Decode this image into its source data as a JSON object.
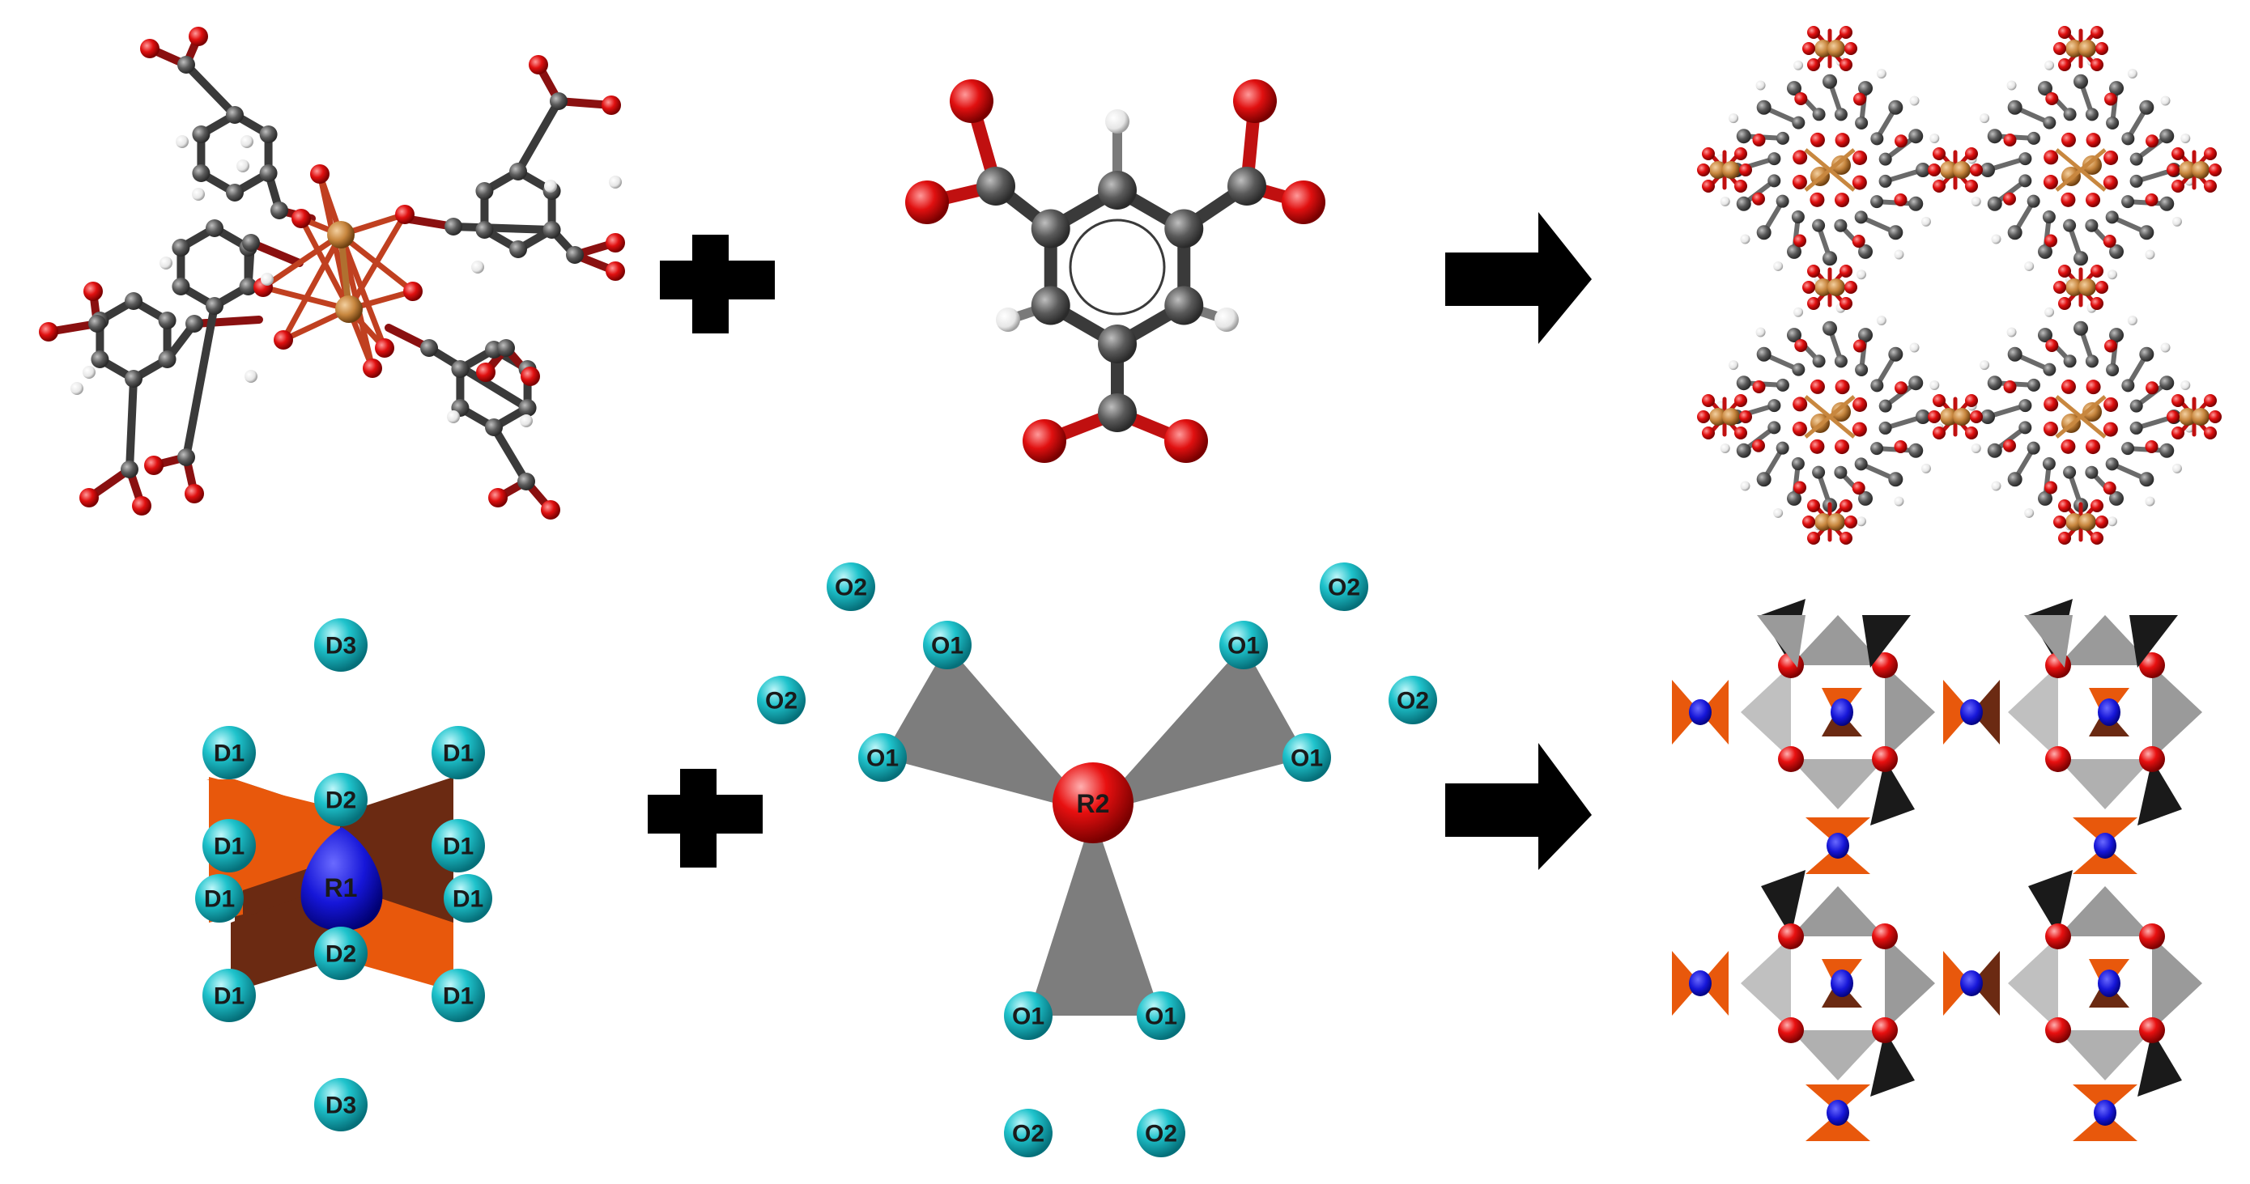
{
  "colors": {
    "carbon": "#5a5a5a",
    "oxygen": "#e01010",
    "hydrogen": "#f2f2f2",
    "copper": "#c8873f",
    "cyan_site": "#1fc3cc",
    "blue_site": "#1616d8",
    "red_site": "#e81010",
    "orange_face": "#e8580c",
    "brown_face": "#6b2a12",
    "gray_face": "#7d7d7d",
    "arrow": "#000000"
  },
  "icons": {
    "plus": "plus-icon",
    "arrow": "right-arrow-icon"
  },
  "labels": {
    "d3": "D3",
    "d2": "D2",
    "d1": "D1",
    "r1": "R1",
    "r2": "R2",
    "o1": "O1",
    "o2": "O2"
  }
}
